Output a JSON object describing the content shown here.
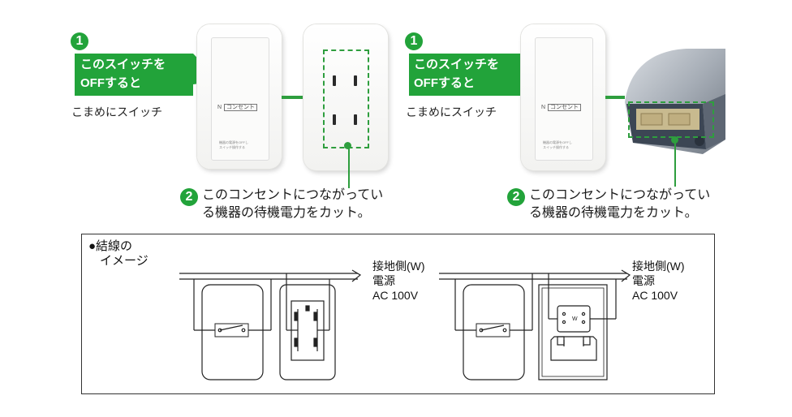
{
  "left_group": {
    "step1": {
      "number": "1",
      "line1": "このスイッチを",
      "line2": "OFFすると"
    },
    "caption": "こまめにスイッチ",
    "switch": {
      "symbol": "N",
      "label": "コンセント",
      "note1": "機器の電源をOFFし",
      "note2": "スイッチ操作する"
    },
    "step2": {
      "number": "2",
      "line1": "このコンセントにつながってい",
      "line2": "る機器の待機電力をカット。"
    }
  },
  "right_group": {
    "step1": {
      "number": "1",
      "line1": "このスイッチを",
      "line2": "OFFすると"
    },
    "caption": "こまめにスイッチ",
    "switch": {
      "symbol": "N",
      "label": "コンセント",
      "note1": "機器の電源をOFFし",
      "note2": "スイッチ操作する"
    },
    "step2": {
      "number": "2",
      "line1": "このコンセントにつながってい",
      "line2": "る機器の待機電力をカット。"
    }
  },
  "diagram": {
    "title_line1": "●結線の",
    "title_line2": "イメージ",
    "left_power": {
      "line1": "接地側(W)",
      "line2": "電源",
      "line3": "AC 100V"
    },
    "right_power": {
      "line1": "接地側(W)",
      "line2": "電源",
      "line3": "AC 100V"
    },
    "terminal_mark": "W"
  },
  "colors": {
    "accent_green": "#22a33a",
    "line_green": "#2e9e3e"
  }
}
